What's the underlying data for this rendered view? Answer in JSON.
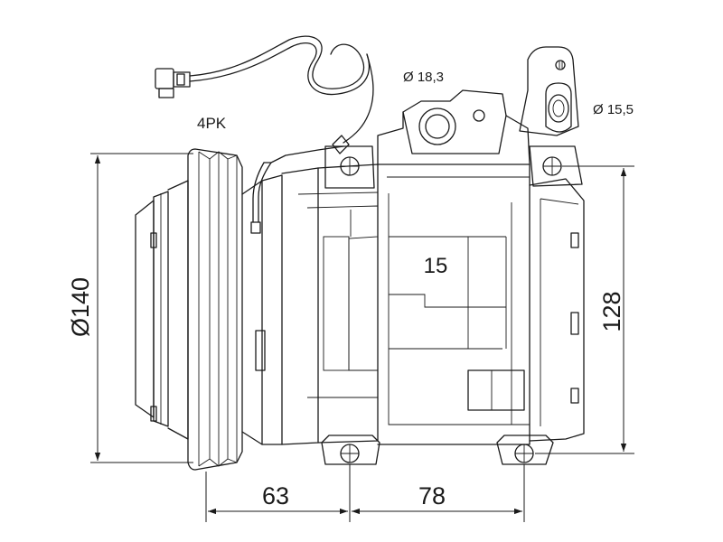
{
  "labels": {
    "pulley_grooves": "4PK",
    "port_suction": "Ø 18,3",
    "port_discharge": "Ø 15,5",
    "diameter_pulley": "Ø140",
    "height_mount": "128",
    "width_front": "63",
    "width_rear": "78",
    "part_mark": "15"
  },
  "colors": {
    "line": "#1a1a1a",
    "background": "#ffffff"
  }
}
